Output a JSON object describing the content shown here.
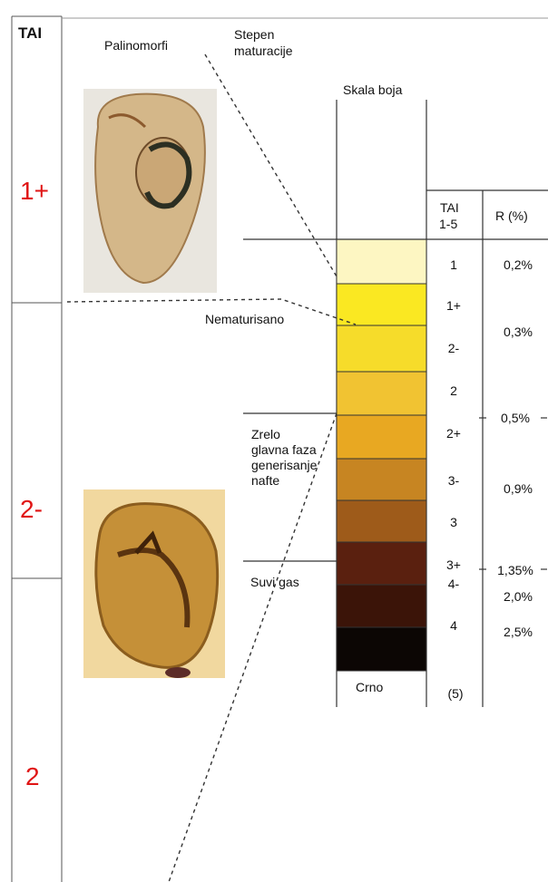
{
  "tai_header": "TAI",
  "tai_stages": [
    "1+",
    "2-",
    "2"
  ],
  "labels": {
    "palinomorfi": "Palinomorfi",
    "stepen": [
      "Stepen",
      "maturacije"
    ],
    "skala_boja": "Skala boja",
    "tai_col_header": [
      "TAI",
      "1-5"
    ],
    "r_col_header": "R (%)",
    "nematurisano": "Nematurisano",
    "zrelo": [
      "Zrelo",
      "glavna faza",
      "generisanje",
      "nafte"
    ],
    "suvi_gas": "Suvi gas",
    "crno": "Crno"
  },
  "color_scale": [
    {
      "tai": "1",
      "color": "#fdf6c2"
    },
    {
      "tai": "1+",
      "color": "#fae822"
    },
    {
      "tai": "2-",
      "color": "#f6dc2a"
    },
    {
      "tai": "2",
      "color": "#f1c332"
    },
    {
      "tai": "2+",
      "color": "#e8a822"
    },
    {
      "tai": "3-",
      "color": "#c78522"
    },
    {
      "tai": "3",
      "color": "#9e5b1a"
    },
    {
      "tai": "3+",
      "color": "#5a200f"
    },
    {
      "tai": "4-",
      "color": "#3b1408"
    },
    {
      "tai": "4",
      "color": "#0c0604"
    }
  ],
  "tai_last": "(5)",
  "r_values": [
    "0,2%",
    "0,3%",
    "0,5%",
    "0,9%",
    "1,35%",
    "2,0%",
    "2,5%"
  ],
  "colors": {
    "stage_red": "#e01515",
    "line": "#333333"
  }
}
